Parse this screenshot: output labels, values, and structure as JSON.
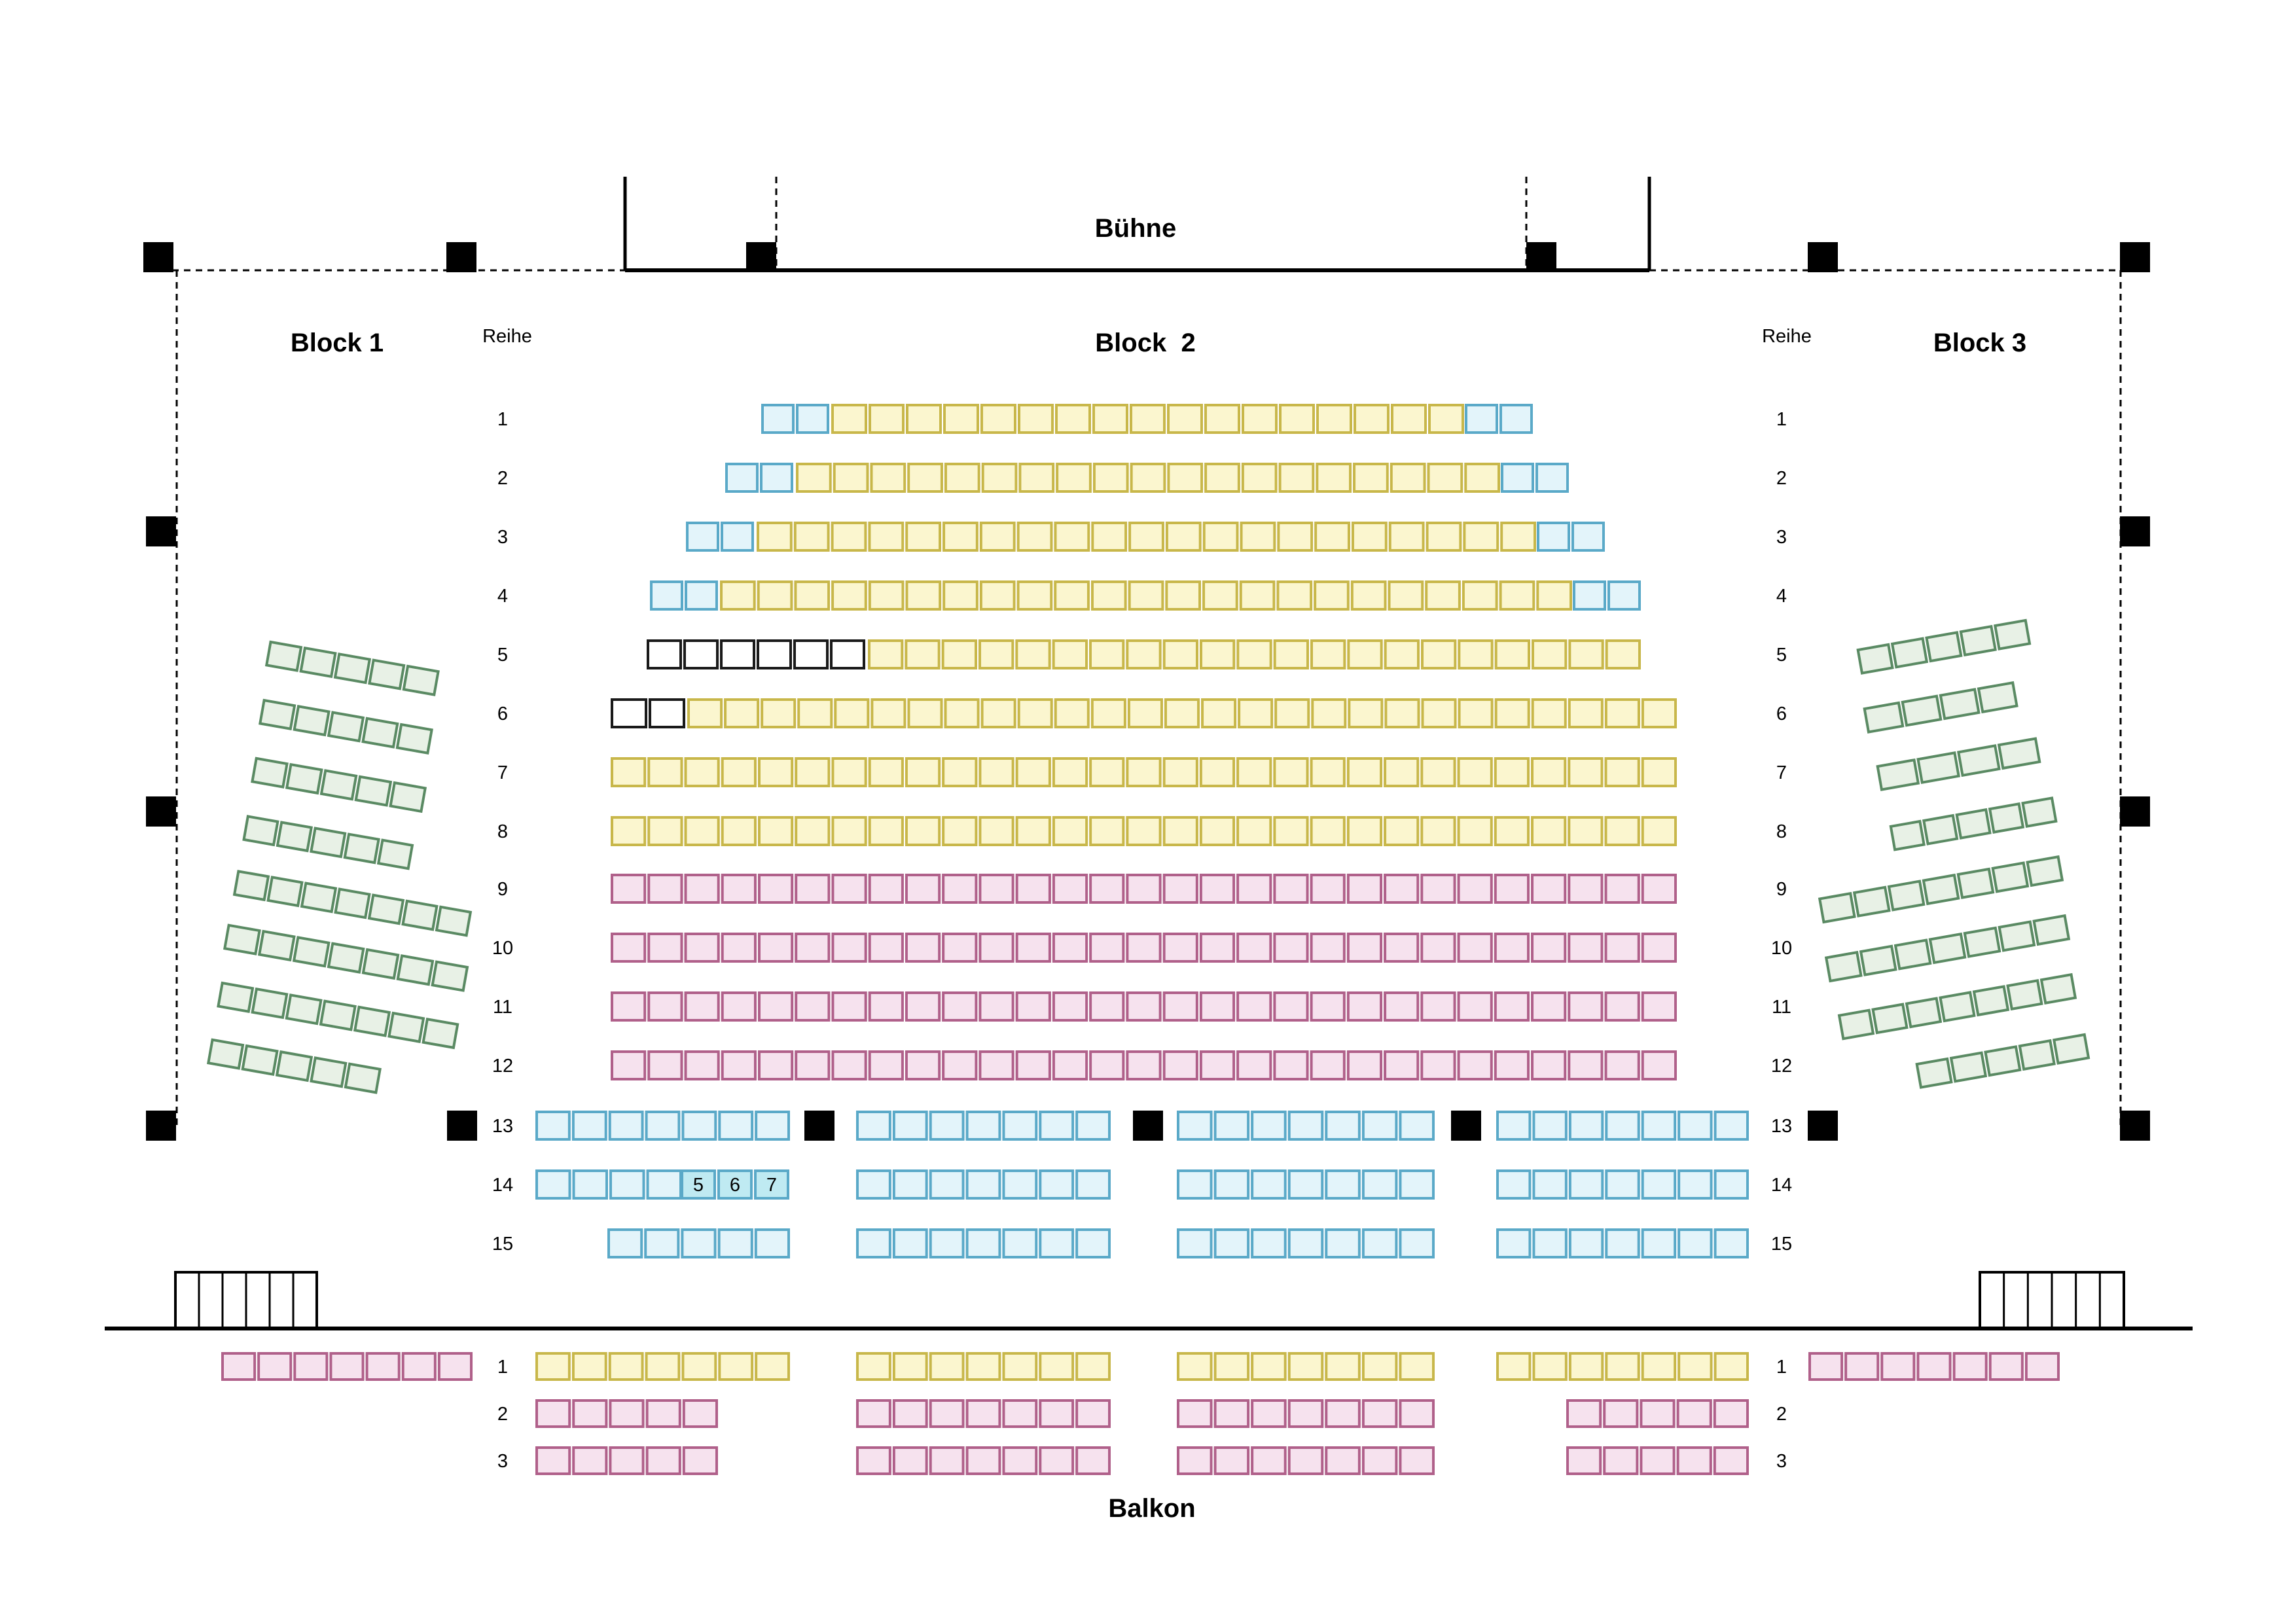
{
  "stage_label": "Bühne",
  "balcony_label": "Balkon",
  "row_header_left": "Reihe",
  "row_header_right": "Reihe",
  "blocks": {
    "left": "Block 1",
    "center": "Block  2",
    "right": "Block 3"
  },
  "parterre_rows": [
    "1",
    "2",
    "3",
    "4",
    "5",
    "6",
    "7",
    "8",
    "9",
    "10",
    "11",
    "12",
    "13",
    "14",
    "15"
  ],
  "balcony_rows": [
    "1",
    "2",
    "3"
  ],
  "highlighted_seats": {
    "row": "14",
    "seats": [
      "5",
      "6",
      "7"
    ]
  },
  "colors": {
    "blue": "#5aa9c8",
    "blue_fill": "#e3f4fa",
    "yellow": "#c8b74a",
    "yellow_fill": "#fbf6cf",
    "pink": "#b0608a",
    "pink_fill": "#f6e2ee",
    "green": "#5a8a63",
    "green_fill": "#e8f1e6",
    "dark": "#1a1a1a",
    "highlight_fill": "#bfeaf2"
  }
}
